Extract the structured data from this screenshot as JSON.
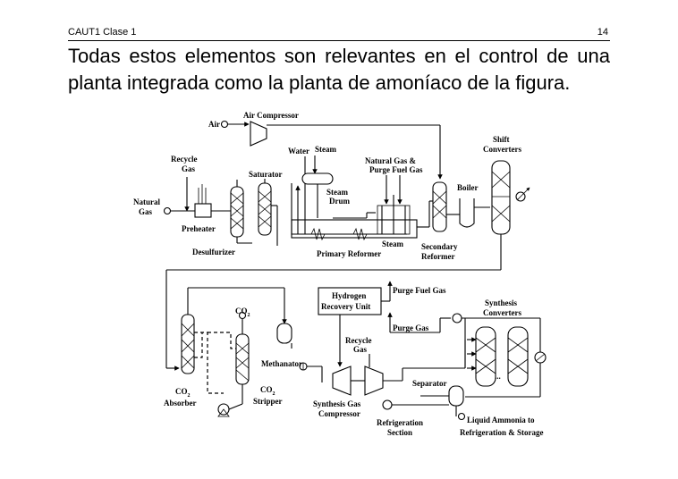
{
  "header": {
    "course": "CAUT1 Clase 1",
    "page_number": "14"
  },
  "body": {
    "text": "Todas estos elementos son relevantes en el control de una planta integrada como la planta de amoníaco de la figura."
  },
  "diagram": {
    "labels": {
      "air": "Air",
      "air_compressor": "Air Compressor",
      "recycle_gas": [
        "Recycle",
        "Gas"
      ],
      "saturator": "Saturator",
      "water": "Water",
      "steam_top": "Steam",
      "natural_gas_purge": [
        "Natural Gas &",
        "Purge Fuel Gas"
      ],
      "shift_converters": [
        "Shift",
        "Converters"
      ],
      "boiler": "Boiler",
      "natural_gas": [
        "Natural",
        "Gas"
      ],
      "steam_drum": [
        "Steam",
        "Drum"
      ],
      "preheater": "Preheater",
      "desulfurizer": "Desulfurizer",
      "steam_bottom": "Steam",
      "primary_reformer": "Primary Reformer",
      "secondary_reformer": [
        "Secondary",
        "Reformer"
      ],
      "hydrogen_recovery": [
        "Hydrogen",
        "Recovery Unit"
      ],
      "purge_fuel_gas": "Purge Fuel Gas",
      "co2_top": [
        "CO",
        "2"
      ],
      "synthesis_converters": [
        "Synthesis",
        "Converters"
      ],
      "purge_gas": "Purge Gas",
      "recycle_gas_2": [
        "Recycle",
        "Gas"
      ],
      "methanator": "Methanator",
      "co2_absorber": [
        "CO",
        "2",
        "Absorber"
      ],
      "co2_stripper": [
        "CO",
        "2",
        "Stripper"
      ],
      "separator": "Separator",
      "synthesis_gas_compressor": [
        "Synthesis Gas",
        "Compressor"
      ],
      "refrigeration_section": [
        "Refrigeration",
        "Section"
      ],
      "liquid_ammonia": [
        "Liquid Ammonia to",
        "Refrigeration & Storage"
      ],
      "ellipsis": "..."
    }
  }
}
